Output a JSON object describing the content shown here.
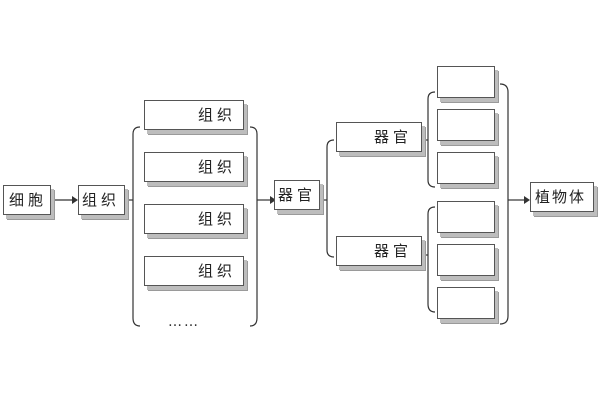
{
  "nodes": {
    "cell": "细胞",
    "tissue_main": "组织",
    "tissues": [
      "组织",
      "组织",
      "组织",
      "组织"
    ],
    "ellipsis": "……",
    "organ_main": "器官",
    "organs": [
      "器官",
      "器官"
    ],
    "plant_body": "植物体"
  },
  "colors": {
    "line": "#333333",
    "shadow": "#bdbdbd",
    "border": "#555555"
  }
}
